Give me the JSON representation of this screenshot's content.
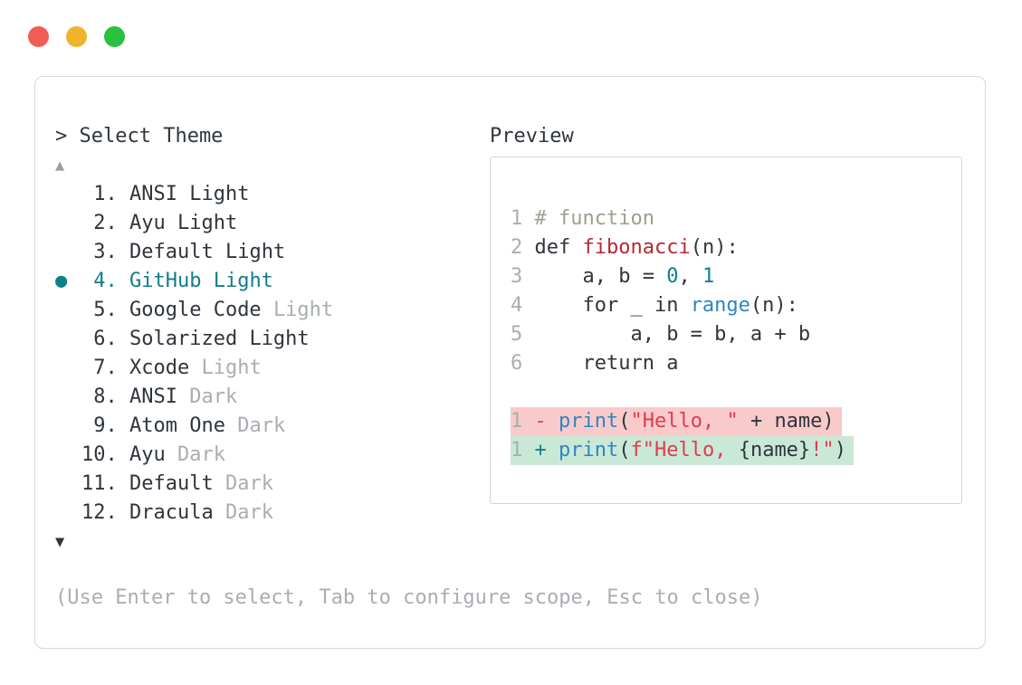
{
  "window": {
    "traffic_lights": [
      {
        "name": "close",
        "color": "#f25c54"
      },
      {
        "name": "minimize",
        "color": "#f0b32c"
      },
      {
        "name": "zoom",
        "color": "#28c23e"
      }
    ]
  },
  "picker": {
    "title": "> Select Theme",
    "scroll_up": "▲",
    "scroll_down": "▼",
    "selected_bullet": "●",
    "items": [
      {
        "number": "1",
        "name": "ANSI",
        "variant": "Light",
        "variant_dimmed": false,
        "selected": false
      },
      {
        "number": "2",
        "name": "Ayu",
        "variant": "Light",
        "variant_dimmed": false,
        "selected": false
      },
      {
        "number": "3",
        "name": "Default",
        "variant": "Light",
        "variant_dimmed": false,
        "selected": false
      },
      {
        "number": "4",
        "name": "GitHub",
        "variant": "Light",
        "variant_dimmed": false,
        "selected": true
      },
      {
        "number": "5",
        "name": "Google Code",
        "variant": "Light",
        "variant_dimmed": true,
        "selected": false
      },
      {
        "number": "6",
        "name": "Solarized",
        "variant": "Light",
        "variant_dimmed": false,
        "selected": false
      },
      {
        "number": "7",
        "name": "Xcode",
        "variant": "Light",
        "variant_dimmed": true,
        "selected": false
      },
      {
        "number": "8",
        "name": "ANSI",
        "variant": "Dark",
        "variant_dimmed": true,
        "selected": false
      },
      {
        "number": "9",
        "name": "Atom One",
        "variant": "Dark",
        "variant_dimmed": true,
        "selected": false
      },
      {
        "number": "10",
        "name": "Ayu",
        "variant": "Dark",
        "variant_dimmed": true,
        "selected": false
      },
      {
        "number": "11",
        "name": "Default",
        "variant": "Dark",
        "variant_dimmed": true,
        "selected": false
      },
      {
        "number": "12",
        "name": "Dracula",
        "variant": "Dark",
        "variant_dimmed": true,
        "selected": false
      }
    ],
    "footer_hint": "(Use Enter to select, Tab to configure scope, Esc to close)"
  },
  "preview": {
    "title": "Preview",
    "code_lines": [
      {
        "num": "1",
        "tokens": [
          [
            "comment",
            "# function"
          ]
        ]
      },
      {
        "num": "2",
        "tokens": [
          [
            "plain",
            "def "
          ],
          [
            "func",
            "fibonacci"
          ],
          [
            "plain",
            "(n):"
          ]
        ]
      },
      {
        "num": "3",
        "tokens": [
          [
            "plain",
            "    a, b = "
          ],
          [
            "num",
            "0"
          ],
          [
            "plain",
            ", "
          ],
          [
            "num",
            "1"
          ]
        ]
      },
      {
        "num": "4",
        "tokens": [
          [
            "plain",
            "    for _ in "
          ],
          [
            "builtin",
            "range"
          ],
          [
            "plain",
            "(n):"
          ]
        ]
      },
      {
        "num": "5",
        "tokens": [
          [
            "plain",
            "        a, b = b, a + b"
          ]
        ]
      },
      {
        "num": "6",
        "tokens": [
          [
            "plain",
            "    return a"
          ]
        ]
      }
    ],
    "diff_lines": [
      {
        "num": "1",
        "kind": "removed",
        "tokens": [
          [
            "minus",
            "- "
          ],
          [
            "builtin",
            "print"
          ],
          [
            "plain",
            "("
          ],
          [
            "str",
            "\"Hello, \""
          ],
          [
            "plain",
            " + name)"
          ]
        ]
      },
      {
        "num": "1",
        "kind": "added",
        "tokens": [
          [
            "plus",
            "+ "
          ],
          [
            "builtin",
            "print"
          ],
          [
            "plain",
            "("
          ],
          [
            "str",
            "f\"Hello, "
          ],
          [
            "plain",
            "{name}"
          ],
          [
            "str",
            "!\""
          ],
          [
            "plain",
            ")"
          ]
        ]
      }
    ]
  },
  "colors": {
    "ink": "#2f353c",
    "dim": "#a9aeb2",
    "arrow-dim": "#9aa0a5",
    "teal": "#0f7f8b",
    "blue": "#2e86c4",
    "func-red": "#b12b31",
    "str-red": "#e23b50",
    "minus-red": "#d8404b",
    "comment": "#9ba18c",
    "removed-bg": "#f9caca",
    "added-bg": "#cae8d6",
    "card-border": "#d9d9d9",
    "box-border": "#d4d4d4"
  }
}
